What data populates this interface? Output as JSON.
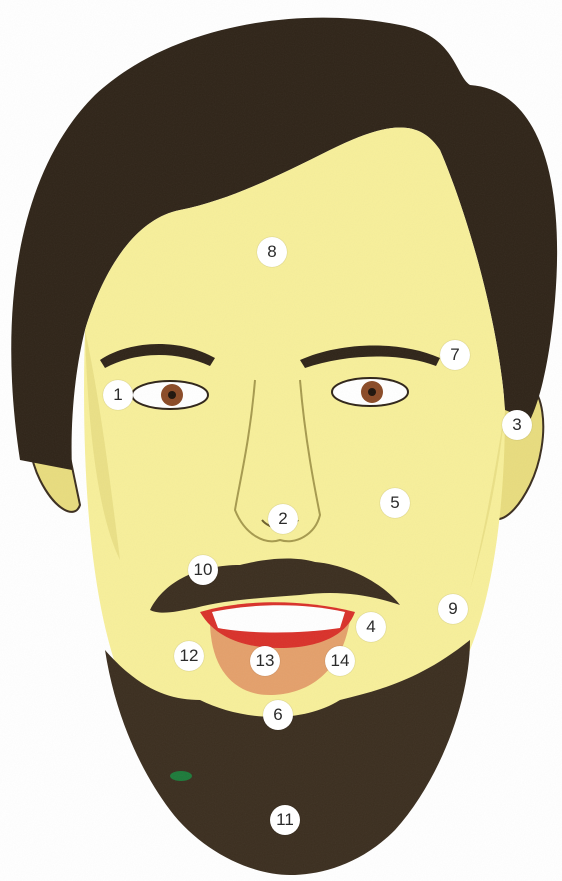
{
  "colors": {
    "background": "#ffffff",
    "hair": "#2f2418",
    "beard": "#3b2e1f",
    "skin": "#f7ef9a",
    "skin_shadow": "#d9cf6e",
    "lips": "#d9312a",
    "iris": "#8a4a26",
    "marker_bg": "#ffffff",
    "marker_text": "#2b2b2b"
  },
  "markers": [
    "1",
    "2",
    "3",
    "4",
    "5",
    "6",
    "7",
    "8",
    "9",
    "10",
    "11",
    "12",
    "13",
    "14"
  ]
}
